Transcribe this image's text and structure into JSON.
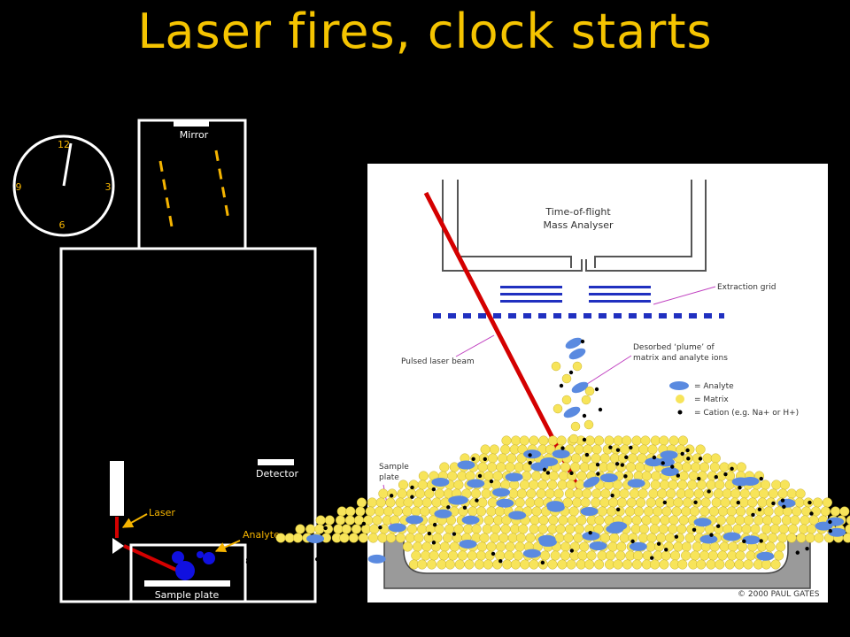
{
  "title": "Laser fires, clock starts",
  "colors": {
    "background": "#000000",
    "title": "#F5C400",
    "label": "#F5B400",
    "laser": "#D40000",
    "analyte_dark": "#1010E0",
    "matrix": "#F7E45A",
    "analyte_diagram": "#5A8AE0",
    "annotation": "#C040C0",
    "plate": "#9A9A9A"
  },
  "clock": {
    "numbers": {
      "twelve": "12",
      "three": "3",
      "six": "6",
      "nine": "9"
    }
  },
  "instrument": {
    "mirror_label": "Mirror",
    "detector_label": "Detector",
    "laser_label": "Laser",
    "analyte_label": "Analyte",
    "sample_plate_label": "Sample plate"
  },
  "maldi": {
    "analyser_line1": "Time-of-flight",
    "analyser_line2": "Mass Analyser",
    "extraction_grid": "Extraction grid",
    "pulsed_laser": "Pulsed laser beam",
    "plume_line1": "Desorbed ‘plume’ of",
    "plume_line2": "matrix and analyte ions",
    "legend_analyte": "= Analyte",
    "legend_matrix": "= Matrix",
    "legend_cation": "= Cation (e.g. Na+ or H+)",
    "sample_line1": "Sample",
    "sample_line2": "plate",
    "copyright": "© 2000 PAUL GATES"
  }
}
